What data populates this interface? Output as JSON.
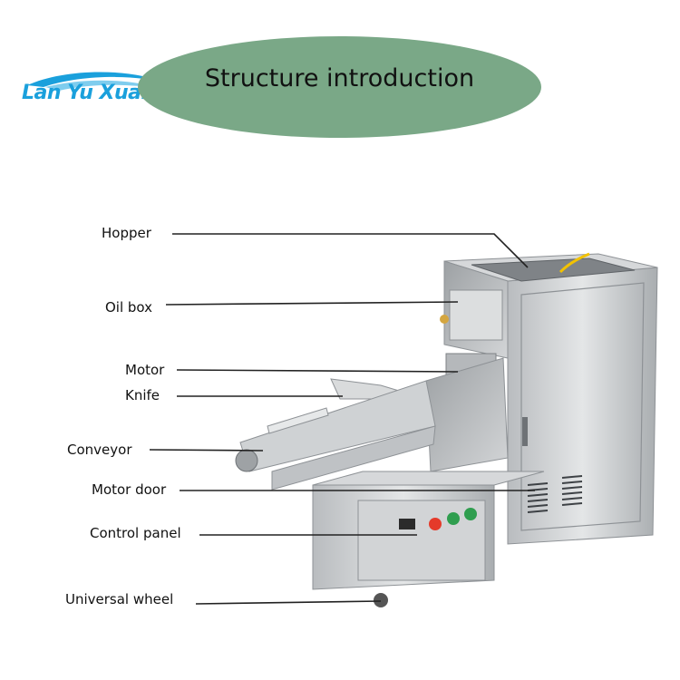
{
  "brand": {
    "logo_text": "Lan Yu Xuan",
    "logo_color": "#1aa0dc"
  },
  "banner": {
    "title": "Structure introduction",
    "color": "#7aa887"
  },
  "labels": [
    {
      "id": "hopper",
      "text": "Hopper"
    },
    {
      "id": "oil-box",
      "text": "Oil box"
    },
    {
      "id": "motor",
      "text": "Motor"
    },
    {
      "id": "knife",
      "text": "Knife"
    },
    {
      "id": "conveyor",
      "text": "Conveyor"
    },
    {
      "id": "motor-door",
      "text": "Motor door"
    },
    {
      "id": "control-panel",
      "text": "Control panel"
    },
    {
      "id": "universal-wheel",
      "text": "Universal wheel"
    }
  ],
  "machine": {
    "metal_color": "#c9ccce",
    "button_colors": [
      "#e53a2a",
      "#2f9e4f",
      "#2f9e4f"
    ]
  }
}
